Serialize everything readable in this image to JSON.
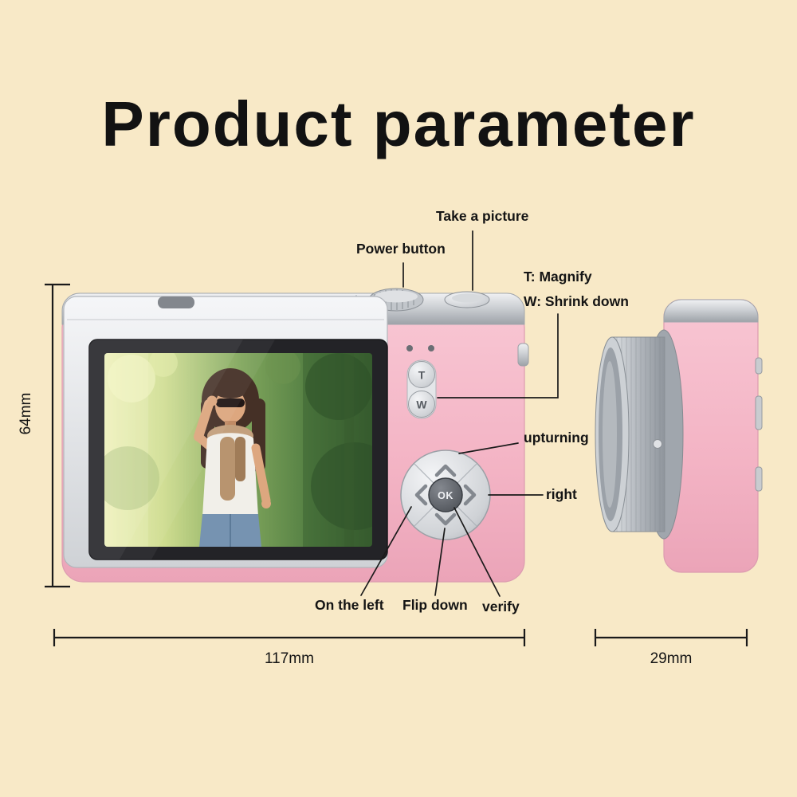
{
  "title": "Product parameter",
  "annotations": {
    "take_picture": "Take a picture",
    "power_button": "Power button",
    "zoom_in": "T: Magnify",
    "zoom_out": "W: Shrink down",
    "up": "upturning",
    "right": "right",
    "left": "On the left",
    "down": "Flip down",
    "center": "verify"
  },
  "dimensions": {
    "height": "64mm",
    "width": "117mm",
    "depth": "29mm"
  },
  "buttons": {
    "tele": "T",
    "wide": "W",
    "ok": "OK"
  },
  "colors": {
    "background": "#f8e9c7",
    "camera_pink": "#f3b3c4",
    "silver": "#cdd0d4",
    "screen_bezel": "#232327",
    "annotation_line": "#1a1a1a"
  }
}
